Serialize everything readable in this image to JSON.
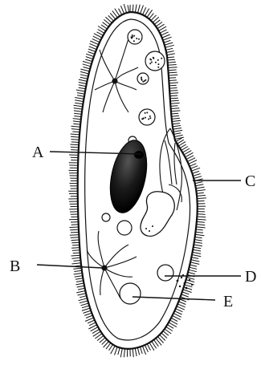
{
  "labels": {
    "a": "A",
    "b": "B",
    "c": "C",
    "d": "D",
    "e": "E"
  },
  "colors": {
    "ink": "#111111",
    "cytoplasm": "#ffffff"
  }
}
